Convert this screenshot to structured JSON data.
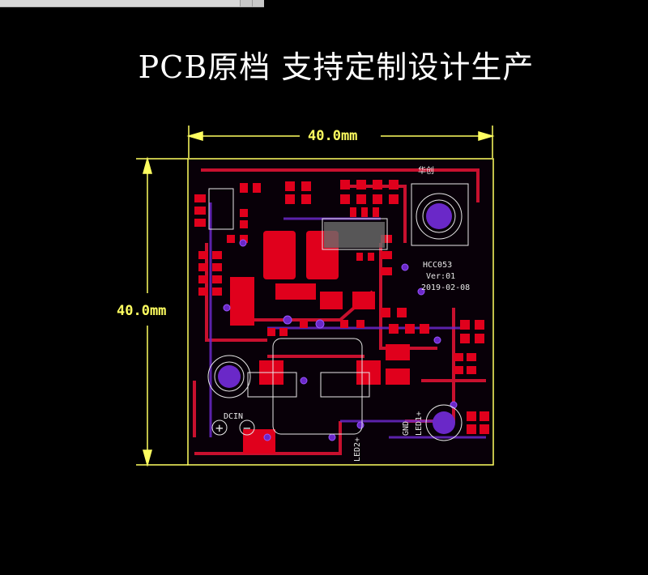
{
  "window": {
    "title_bar": ""
  },
  "headline": "PCB原档  支持定制设计生产",
  "board": {
    "width_dim": "40.0mm",
    "height_dim": "40.0mm",
    "brand_mark": "华创",
    "model": "HCC053",
    "version": "Ver:01",
    "date": "2019-02-08",
    "power_label": "DCIN",
    "plus_mark": "+",
    "minus_mark": "−",
    "led2_label": "LED2+",
    "led1_label": "LED1+",
    "gnd_label": "GND"
  },
  "colors": {
    "background": "#000000",
    "copper": "#e0001c",
    "trace": "#c8102e",
    "via": "#6a28c8",
    "silkscreen": "#ffff60",
    "outline": "#e8e8e8"
  }
}
